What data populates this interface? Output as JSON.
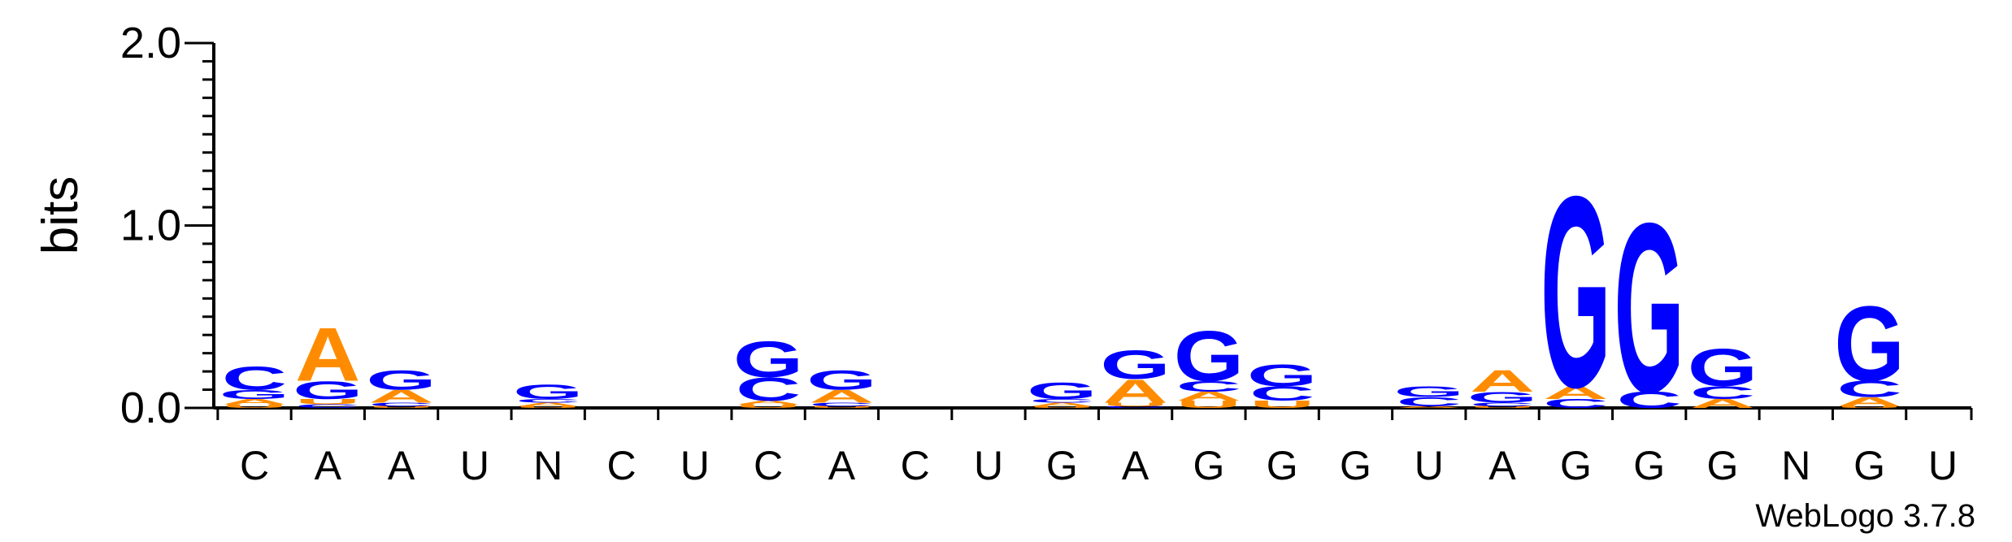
{
  "chart_data": {
    "type": "sequence_logo",
    "ylabel": "bits",
    "ylim": [
      0,
      2.0
    ],
    "yticks": [
      "0.0",
      "1.0",
      "2.0"
    ],
    "colors": {
      "A": "#ff8c00",
      "C": "#0000ff",
      "G": "#0000ff",
      "U": "#ff8c00"
    },
    "positions": [
      {
        "label": "C",
        "stack": [
          [
            "U",
            0.02
          ],
          [
            "A",
            0.03
          ],
          [
            "G",
            0.05
          ],
          [
            "C",
            0.13
          ]
        ]
      },
      {
        "label": "A",
        "stack": [
          [
            "C",
            0.02
          ],
          [
            "U",
            0.03
          ],
          [
            "G",
            0.1
          ],
          [
            "A",
            0.3
          ]
        ]
      },
      {
        "label": "A",
        "stack": [
          [
            "U",
            0.01
          ],
          [
            "C",
            0.02
          ],
          [
            "A",
            0.07
          ],
          [
            "G",
            0.11
          ]
        ]
      },
      {
        "label": "U",
        "stack": []
      },
      {
        "label": "N",
        "stack": [
          [
            "U",
            0.01
          ],
          [
            "A",
            0.02
          ],
          [
            "C",
            0.02
          ],
          [
            "G",
            0.08
          ]
        ]
      },
      {
        "label": "C",
        "stack": []
      },
      {
        "label": "U",
        "stack": []
      },
      {
        "label": "C",
        "stack": [
          [
            "U",
            0.02
          ],
          [
            "A",
            0.02
          ],
          [
            "C",
            0.13
          ],
          [
            "G",
            0.2
          ]
        ]
      },
      {
        "label": "A",
        "stack": [
          [
            "U",
            0.01
          ],
          [
            "C",
            0.02
          ],
          [
            "A",
            0.07
          ],
          [
            "G",
            0.11
          ]
        ]
      },
      {
        "label": "C",
        "stack": []
      },
      {
        "label": "U",
        "stack": []
      },
      {
        "label": "G",
        "stack": [
          [
            "U",
            0.01
          ],
          [
            "A",
            0.02
          ],
          [
            "C",
            0.02
          ],
          [
            "G",
            0.09
          ]
        ]
      },
      {
        "label": "A",
        "stack": [
          [
            "C",
            0.01
          ],
          [
            "U",
            0.02
          ],
          [
            "A",
            0.13
          ],
          [
            "G",
            0.16
          ]
        ]
      },
      {
        "label": "G",
        "stack": [
          [
            "U",
            0.04
          ],
          [
            "A",
            0.05
          ],
          [
            "C",
            0.06
          ],
          [
            "G",
            0.28
          ]
        ]
      },
      {
        "label": "G",
        "stack": [
          [
            "U",
            0.04
          ],
          [
            "C",
            0.08
          ],
          [
            "G",
            0.12
          ]
        ]
      },
      {
        "label": "G",
        "stack": []
      },
      {
        "label": "U",
        "stack": [
          [
            "A",
            0.01
          ],
          [
            "C",
            0.05
          ],
          [
            "G",
            0.06
          ]
        ]
      },
      {
        "label": "A",
        "stack": [
          [
            "U",
            0.01
          ],
          [
            "C",
            0.02
          ],
          [
            "G",
            0.06
          ],
          [
            "A",
            0.12
          ]
        ]
      },
      {
        "label": "G",
        "stack": [
          [
            "C",
            0.05
          ],
          [
            "A",
            0.07
          ],
          [
            "G",
            1.07
          ]
        ]
      },
      {
        "label": "G",
        "stack": [
          [
            "C",
            0.09
          ],
          [
            "G",
            0.95
          ]
        ]
      },
      {
        "label": "G",
        "stack": [
          [
            "A",
            0.05
          ],
          [
            "C",
            0.07
          ],
          [
            "G",
            0.21
          ]
        ]
      },
      {
        "label": "N",
        "stack": []
      },
      {
        "label": "G",
        "stack": [
          [
            "U",
            0.01
          ],
          [
            "A",
            0.05
          ],
          [
            "C",
            0.09
          ],
          [
            "G",
            0.42
          ]
        ]
      },
      {
        "label": "U",
        "stack": []
      }
    ]
  },
  "footer": {
    "credit": "WebLogo 3.7.8"
  }
}
